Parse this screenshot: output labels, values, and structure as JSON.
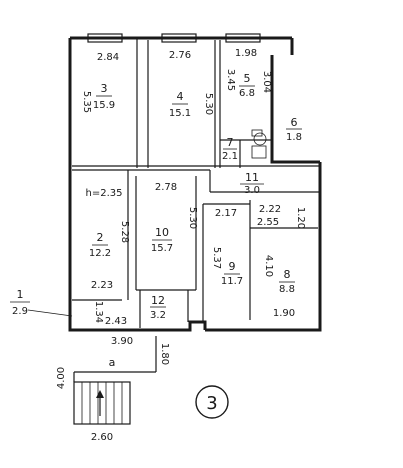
{
  "rooms": {
    "r3": {
      "number": "3",
      "area": "15.9"
    },
    "r4": {
      "number": "4",
      "area": "15.1"
    },
    "r5": {
      "number": "5",
      "area": "6.8"
    },
    "r6": {
      "number": "6",
      "area": "1.8"
    },
    "r7": {
      "number": "7",
      "area": "2.1"
    },
    "r2": {
      "number": "2",
      "area": "12.2"
    },
    "r10": {
      "number": "10",
      "area": "15.7"
    },
    "r11": {
      "number": "11",
      "area": "3.0"
    },
    "r9": {
      "number": "9",
      "area": "11.7"
    },
    "r8": {
      "number": "8",
      "area": "8.8"
    },
    "r12": {
      "number": "12",
      "area": "3.2"
    },
    "r1": {
      "number": "1",
      "area": "2.9"
    },
    "ra": {
      "number": "a"
    }
  },
  "dims": {
    "d284": "2.84",
    "d276": "2.76",
    "d198": "1.98",
    "d535": "5.35",
    "d530a": "5.30",
    "d345": "3.45",
    "d304": "3.04",
    "d235": "h=2.35",
    "d278": "2.78",
    "d528": "5.28",
    "d530b": "5.30",
    "d217": "2.17",
    "d222": "2.22",
    "d120": "1.20",
    "d255": "2.55",
    "d537": "5.37",
    "d410": "4.10",
    "d223": "2.23",
    "d134": "1.34",
    "d243": "2.43",
    "d190": "1.90",
    "d390": "3.90",
    "d180": "1.80",
    "d400": "4.00",
    "d260": "2.60"
  },
  "sheet_number": "3"
}
